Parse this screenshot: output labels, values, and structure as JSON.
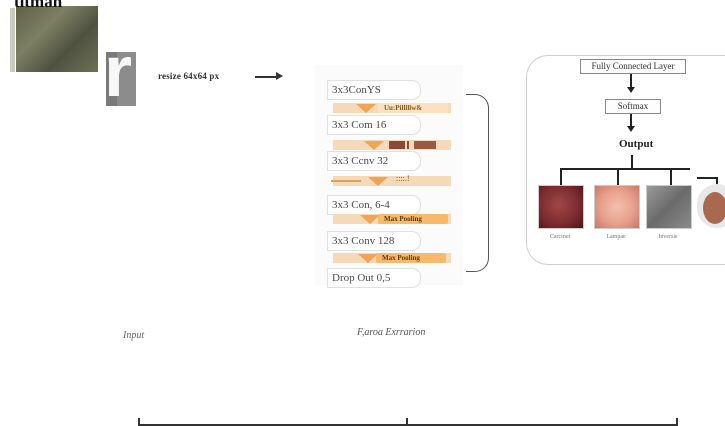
{
  "header": {
    "title_fragment": "titman"
  },
  "input": {
    "glyph": "r",
    "resize_label": "resize 64x64 px",
    "caption": "Input"
  },
  "feature_extraction": {
    "layers": [
      "3x3ConYS",
      "3x3 Com 16",
      "3x3 Ccnv 32",
      "3x3 Con, 6-4",
      "3x3 Conv 128",
      "Drop Out 0,5"
    ],
    "pooling_labels": [
      "Uu:Pilllllw&",
      "",
      "::::.!",
      "Max Pooling",
      "Max Pooling"
    ],
    "caption": "F,aroa Exrrarion"
  },
  "classifier": {
    "fully_connected": "Fully Connected Layer",
    "softmax": "Softmax",
    "output": "Output",
    "classes": [
      "Carcinet",
      "Lampae",
      "Inversie"
    ]
  },
  "colors": {
    "pool_band": "#f6d9b9",
    "pool_arrow": "#f0a457",
    "pool_label": "#f7b96b",
    "class_1": "#7a2a2e",
    "class_2": "#e7a08c",
    "class_3": "#7b7b7b"
  }
}
